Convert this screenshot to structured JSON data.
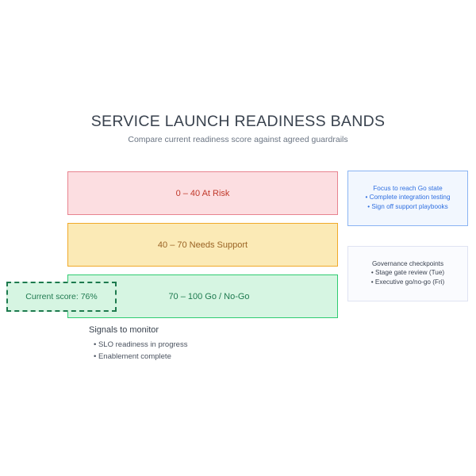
{
  "header": {
    "title": "SERVICE LAUNCH READINESS BANDS",
    "subtitle": "Compare current readiness score against agreed guardrails"
  },
  "chart_data": {
    "type": "bar",
    "title": "SERVICE LAUNCH READINESS BANDS",
    "subtitle": "Compare current readiness score against agreed guardrails",
    "xlabel": "",
    "ylabel": "",
    "xlim": [
      0,
      100
    ],
    "grid": false,
    "legend": "none",
    "categories": [
      "0 – 40 At Risk",
      "40 – 70 Needs Support",
      "70 – 100 Go / No-Go"
    ],
    "bands": [
      {
        "label": "0 – 40 At Risk",
        "range_min": 0,
        "range_max": 40,
        "status": "At Risk",
        "fill": "#fcdee1",
        "border": "#e8838f",
        "text_color": "#c0392b"
      },
      {
        "label": "40 – 70 Needs Support",
        "range_min": 40,
        "range_max": 70,
        "status": "Needs Support",
        "fill": "#fbeab6",
        "border": "#f0a92a",
        "text_color": "#9a6324"
      },
      {
        "label": "70 – 100 Go / No-Go",
        "range_min": 70,
        "range_max": 100,
        "status": "Go / No-Go",
        "fill": "#d6f5e2",
        "border": "#2ecc71",
        "text_color": "#1e7a4f"
      }
    ],
    "current_score": {
      "label": "Current score: 76%",
      "value": 76,
      "unit": "%",
      "in_band": "70 – 100 Go / No-Go"
    }
  },
  "marker": {
    "label": "Current score: 76%"
  },
  "panels": [
    {
      "heading": "Focus to reach Go state",
      "items": [
        "Complete integration testing",
        "Sign off support playbooks"
      ],
      "accent": "#2f6fe0"
    },
    {
      "heading": "Governance checkpoints",
      "items": [
        "Stage gate review (Tue)",
        "Executive go/no-go (Fri)"
      ],
      "accent": "#3a4250"
    }
  ],
  "signals": {
    "heading": "Signals to monitor",
    "items": [
      "SLO readiness in progress",
      "Enablement complete"
    ]
  },
  "bullet_glyph": "•"
}
